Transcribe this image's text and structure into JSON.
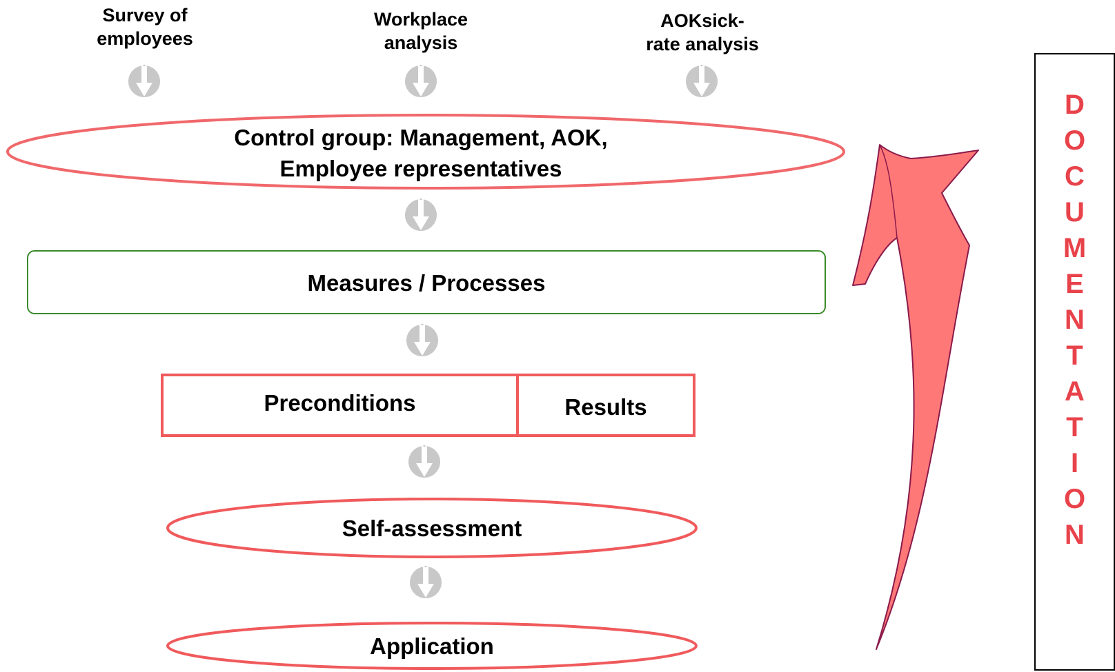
{
  "sources": [
    {
      "id": "survey",
      "label_line1": "Survey of",
      "label_line2": "employees"
    },
    {
      "id": "workplace",
      "label_line1": "Workplace",
      "label_line2": "analysis"
    },
    {
      "id": "aok",
      "label_line1": "AOKsick-",
      "label_line2": "rate analysis"
    }
  ],
  "control_group": {
    "line1": "Control group: Management, AOK,",
    "line2": "Employee representatives"
  },
  "measures": {
    "label": "Measures / Processes"
  },
  "preconditions": {
    "label": "Preconditions"
  },
  "results": {
    "label": "Results"
  },
  "self_assessment": {
    "label": "Self-assessment"
  },
  "application": {
    "label": "Application"
  },
  "documentation": {
    "letters": [
      "D",
      "O",
      "C",
      "U",
      "M",
      "E",
      "N",
      "T",
      "A",
      "T",
      "I",
      "O",
      "N"
    ]
  },
  "colors": {
    "red_outline": "#f0686b",
    "red_box": "#f05a5c",
    "green_outline": "#3a8a2a",
    "curved_arrow_fill": "#ff7878",
    "curved_arrow_stroke": "#8a1a4a",
    "doc_text": "#e8424a",
    "down_arrow": "#c8c8c8"
  },
  "icons": {
    "down_arrow": "down-arrow-icon",
    "curved_arrow": "curved-up-arrow-icon"
  }
}
